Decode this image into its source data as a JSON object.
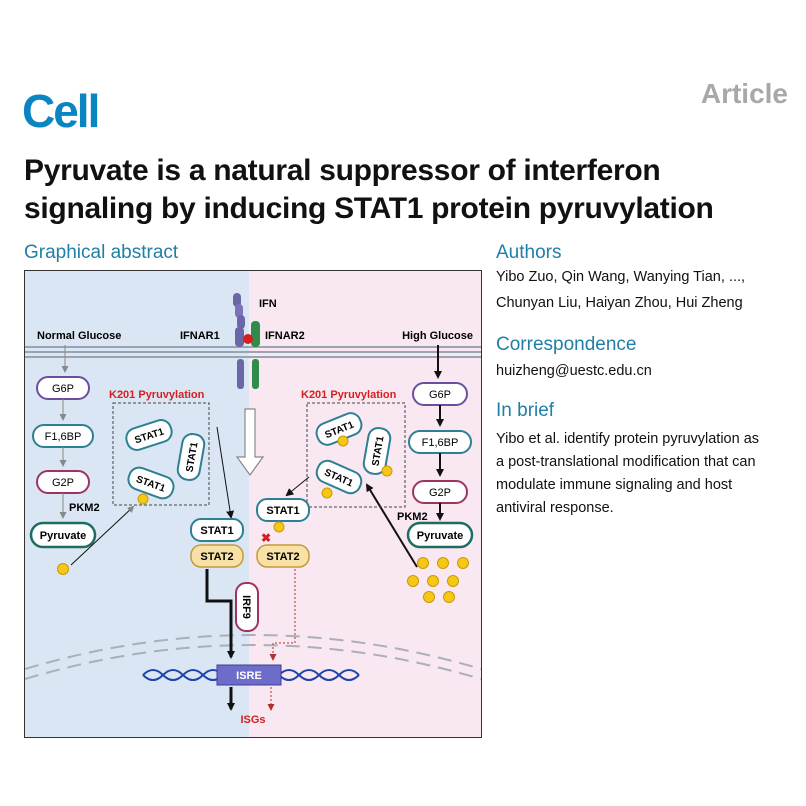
{
  "header": {
    "journal": "Cell",
    "article_type": "Article"
  },
  "title": "Pyruvate is a natural suppressor of interferon signaling by inducing STAT1 protein pyruvylation",
  "graphical_abstract": {
    "heading": "Graphical abstract",
    "labels": {
      "ifn": "IFN",
      "ifnar1": "IFNAR1",
      "ifnar2": "IFNAR2",
      "normal_glucose": "Normal Glucose",
      "high_glucose": "High Glucose",
      "g6p": "G6P",
      "f16bp": "F1,6BP",
      "g2p": "G2P",
      "pkm2": "PKM2",
      "pyruvate": "Pyruvate",
      "k201": "K201 Pyruvylation",
      "stat1": "STAT1",
      "stat2": "STAT2",
      "irf9": "IRF9",
      "isre": "ISRE",
      "isgs": "ISGs",
      "block_mark": "✖"
    },
    "colors": {
      "left_bg": "#dbe6f4",
      "right_bg": "#f9e8f1",
      "red": "#d42020",
      "stat1_border": "#2e7f93",
      "stat2_fill": "#f7e1a7",
      "pyruvate_dot": "#f5c816",
      "isre_fill": "#6d6dc9",
      "dna": "#1f46a8"
    }
  },
  "authors": {
    "heading": "Authors",
    "line1": "Yibo Zuo, Qin Wang, Wanying Tian, ...,",
    "line2": "Chunyan Liu, Haiyan Zhou, Hui Zheng"
  },
  "correspondence": {
    "heading": "Correspondence",
    "email": "huizheng@uestc.edu.cn"
  },
  "in_brief": {
    "heading": "In brief",
    "line1": "Yibo et al. identify protein pyruvylation as",
    "line2": "a post-translational modification that can",
    "line3": "modulate immune signaling and host",
    "line4": "antiviral response."
  }
}
